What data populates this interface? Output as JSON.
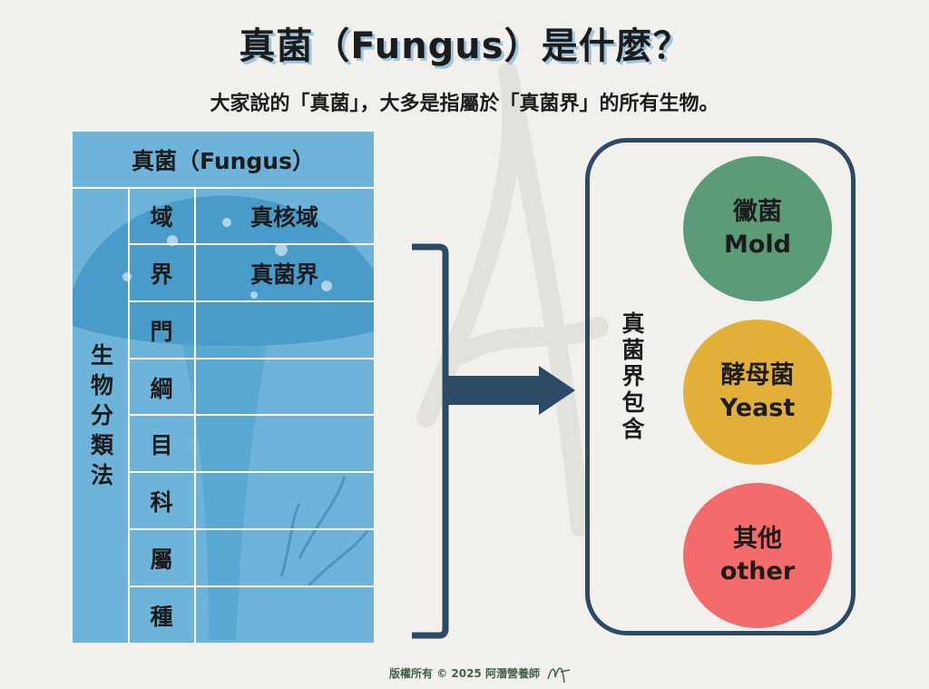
{
  "header": {
    "title": "真菌（Fungus）是什麼？",
    "subtitle": "大家說的「真菌」，大多是指屬於「真菌界」的所有生物。"
  },
  "table": {
    "header": "真菌（Fungus）",
    "side_label": "生物分類法",
    "rows": [
      {
        "rank": "域",
        "name": "真核域"
      },
      {
        "rank": "界",
        "name": "真菌界"
      },
      {
        "rank": "門",
        "name": ""
      },
      {
        "rank": "綱",
        "name": ""
      },
      {
        "rank": "目",
        "name": ""
      },
      {
        "rank": "科",
        "name": ""
      },
      {
        "rank": "屬",
        "name": ""
      },
      {
        "rank": "種",
        "name": ""
      }
    ]
  },
  "kingdom": {
    "label": "真菌界包含",
    "items": [
      {
        "zh": "黴菌",
        "en": "Mold",
        "color": "#5b9b78"
      },
      {
        "zh": "酵母菌",
        "en": "Yeast",
        "color": "#e2b038"
      },
      {
        "zh": "其他",
        "en": "other",
        "color": "#f46b6b"
      }
    ]
  },
  "colors": {
    "table_bg": "#6eb3d9",
    "accent_dark": "#2c4a66",
    "title_shadow": "#9ec4de"
  },
  "footer": {
    "copyright": "版權所有 © 2025 阿潛營養師"
  }
}
